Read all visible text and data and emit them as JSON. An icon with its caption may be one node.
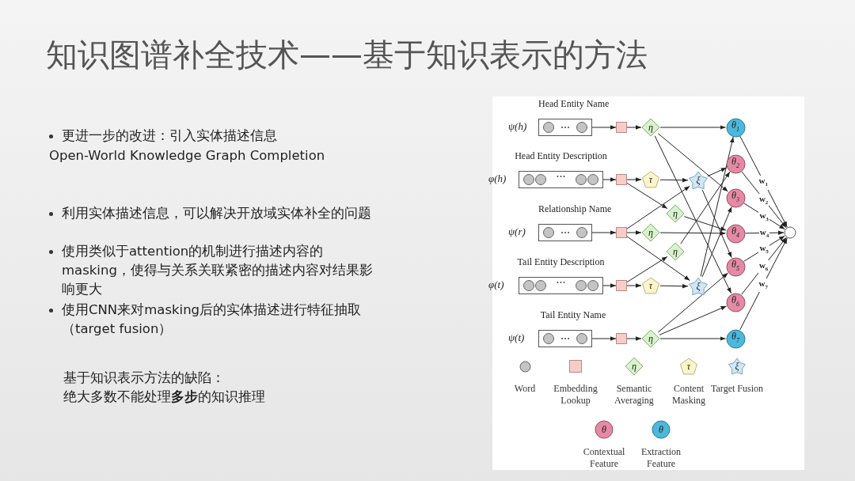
{
  "diagram": {
    "title": "知识图谱补全技术——基于知识表示的方法",
    "nodes": [
      {
        "text": [
          "Head Entity Name"
        ],
        "beside": [
          "ψ(h)"
        ]
      },
      {
        "text": [],
        "shape": "box"
      },
      {
        "text": [
          "η"
        ]
      },
      {
        "text": [
          "Head Entity Description"
        ],
        "beside": [
          "φ(h)"
        ]
      },
      {
        "text": [],
        "shape": "box"
      },
      {
        "text": [
          "τ"
        ]
      },
      {
        "text": [
          "Relationship Name"
        ],
        "beside": [
          "ψ(r)"
        ]
      },
      {
        "text": [],
        "shape": "box"
      },
      {
        "text": [
          "η"
        ]
      },
      {
        "text": [
          "Tail Entity Description"
        ],
        "beside": [
          "φ(t)"
        ]
      },
      {
        "text": [],
        "shape": "box"
      },
      {
        "text": [
          "τ"
        ]
      },
      {
        "text": [
          "Tail Entity Name"
        ],
        "beside": [
          "ψ(t)"
        ]
      },
      {
        "text": [],
        "shape": "box"
      },
      {
        "text": [
          "η"
        ]
      },
      {
        "text": [
          "η"
        ]
      },
      {
        "text": [
          "η"
        ]
      },
      {
        "text": [
          "ξ"
        ]
      },
      {
        "text": [
          "ξ"
        ]
      },
      {
        "text": [
          "θ$_{1}$"
        ]
      },
      {
        "text": [
          "θ$_{2}$"
        ]
      },
      {
        "text": [
          "θ$_{3}$"
        ]
      },
      {
        "text": [
          "θ$_{4}$"
        ]
      },
      {
        "text": [
          "θ$_{5}$"
        ]
      },
      {
        "text": [
          "θ$_{6}$"
        ]
      },
      {
        "text": [
          "θ$_{7}$"
        ]
      },
      {
        "text": [],
        "shape": "circle"
      }
    ],
    "edges": [
      {
        "from": 0,
        "to": 1,
        "arrow": "to"
      },
      {
        "from": 1,
        "to": 2,
        "arrow": "to"
      },
      {
        "from": 3,
        "to": 4,
        "arrow": "to"
      },
      {
        "from": 4,
        "to": 5,
        "arrow": "to"
      },
      {
        "from": 6,
        "to": 7,
        "arrow": "to"
      },
      {
        "from": 7,
        "to": 8,
        "arrow": "to"
      },
      {
        "from": 9,
        "to": 10,
        "arrow": "to"
      },
      {
        "from": 10,
        "to": 11,
        "arrow": "to"
      },
      {
        "from": 12,
        "to": 13,
        "arrow": "to"
      },
      {
        "from": 13,
        "to": 14,
        "arrow": "to"
      },
      {
        "from": 4,
        "to": 15,
        "arrow": "to"
      },
      {
        "from": 10,
        "to": 16,
        "arrow": "to"
      },
      {
        "from": 7,
        "to": 17,
        "arrow": "to"
      },
      {
        "from": 7,
        "to": 18,
        "arrow": "to"
      },
      {
        "from": 5,
        "to": 17,
        "arrow": "to"
      },
      {
        "from": 11,
        "to": 18,
        "arrow": "to"
      },
      {
        "from": 2,
        "to": 19,
        "arrow": "to"
      },
      {
        "from": 2,
        "to": 21,
        "arrow": "to"
      },
      {
        "from": 2,
        "to": 24,
        "arrow": "to"
      },
      {
        "from": 17,
        "to": 20,
        "arrow": "to"
      },
      {
        "from": 17,
        "to": 23,
        "arrow": "to"
      },
      {
        "from": 8,
        "to": 22,
        "arrow": "to"
      },
      {
        "from": 15,
        "to": 22,
        "arrow": "to"
      },
      {
        "from": 16,
        "to": 20,
        "arrow": "to"
      },
      {
        "from": 18,
        "to": 19,
        "arrow": "to"
      },
      {
        "from": 18,
        "to": 21,
        "arrow": "to"
      },
      {
        "from": 14,
        "to": 23,
        "arrow": "to"
      },
      {
        "from": 14,
        "to": 24,
        "arrow": "to"
      },
      {
        "from": 14,
        "to": 25,
        "arrow": "to"
      },
      {
        "from": 19,
        "to": 26,
        "arrow": "to",
        "label": "w$_{1}$"
      },
      {
        "from": 20,
        "to": 26,
        "arrow": "to",
        "label": "w$_{2}$"
      },
      {
        "from": 21,
        "to": 26,
        "arrow": "to",
        "label": "w$_{3}$"
      },
      {
        "from": 22,
        "to": 26,
        "arrow": "to",
        "label": "w$_{4}$"
      },
      {
        "from": 23,
        "to": 26,
        "arrow": "to",
        "label": "w$_{5}$"
      },
      {
        "from": 24,
        "to": 26,
        "arrow": "to",
        "label": "w$_{6}$"
      },
      {
        "from": 25,
        "to": 26,
        "arrow": "to",
        "label": "w$_{7}$"
      }
    ],
    "labels": [
      "更进一步的改进：引入实体描述信息",
      "Open-World Knowledge Graph Completion",
      "利用实体描述信息，可以解决开放域实体补全的问题",
      "使用类似于attention的机制进行描述内容的masking，使得与关系关联紧密的描述内容对结果影响更大",
      "使用CNN来对masking后的实体描述进行特征抽取（target fusion）",
      "基于知识表示方法的缺陷：",
      "绝大多数不能处理**多步**的知识推理",
      "η",
      "τ",
      "ξ",
      "θ",
      "θ"
    ],
    "legend": [
      {
        "text": "Word"
      },
      {
        "text": "Embedding Lookup"
      },
      {
        "text": "Semantic Averaging"
      },
      {
        "text": "Content Masking"
      },
      {
        "text": "Target Fusion"
      },
      {
        "text": "Contextual Feature"
      },
      {
        "text": "Extraction Feature"
      }
    ]
  }
}
